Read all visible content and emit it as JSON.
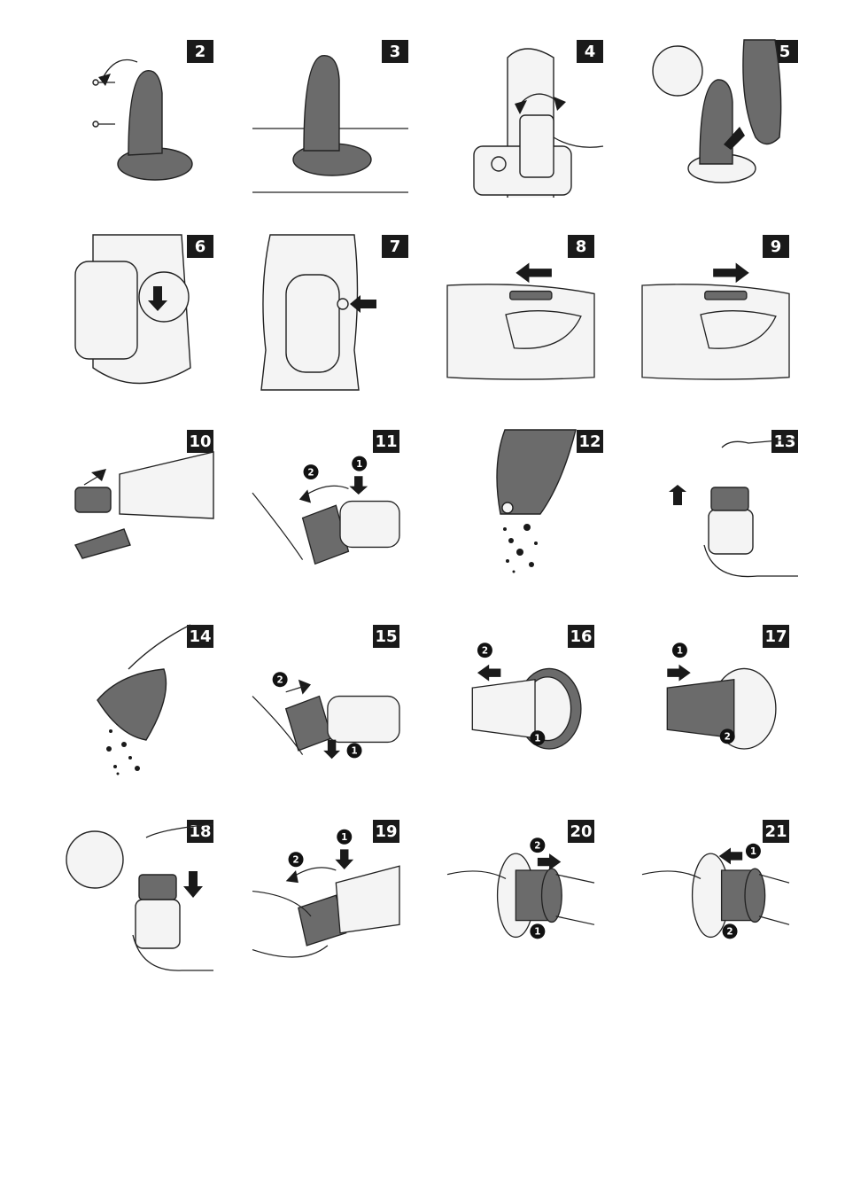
{
  "steps": [
    {
      "number": "2",
      "icon": "wall-mount-screws-illustration"
    },
    {
      "number": "3",
      "icon": "charger-on-floor-illustration"
    },
    {
      "number": "4",
      "icon": "cord-routing-illustration"
    },
    {
      "number": "5",
      "icon": "place-vacuum-on-charger-illustration"
    },
    {
      "number": "6",
      "icon": "remove-from-charger-illustration"
    },
    {
      "number": "7",
      "icon": "press-button-illustration"
    },
    {
      "number": "8",
      "icon": "slide-switch-on-illustration"
    },
    {
      "number": "9",
      "icon": "slide-switch-off-illustration"
    },
    {
      "number": "10",
      "icon": "attach-brush-nozzle-illustration"
    },
    {
      "number": "11",
      "icon": "remove-dust-chamber-illustration"
    },
    {
      "number": "12",
      "icon": "dust-falling-illustration"
    },
    {
      "number": "13",
      "icon": "lift-filter-illustration"
    },
    {
      "number": "14",
      "icon": "empty-dust-chamber-illustration"
    },
    {
      "number": "15",
      "icon": "reattach-dust-chamber-illustration"
    },
    {
      "number": "16",
      "icon": "twist-filter-off-illustration"
    },
    {
      "number": "17",
      "icon": "twist-filter-on-illustration"
    },
    {
      "number": "18",
      "icon": "insert-filter-illustration"
    },
    {
      "number": "19",
      "icon": "remove-chamber-illustration"
    },
    {
      "number": "20",
      "icon": "detach-filter-ring-illustration"
    },
    {
      "number": "21",
      "icon": "attach-filter-ring-illustration"
    }
  ],
  "callouts": {
    "one": "1",
    "two": "2"
  }
}
